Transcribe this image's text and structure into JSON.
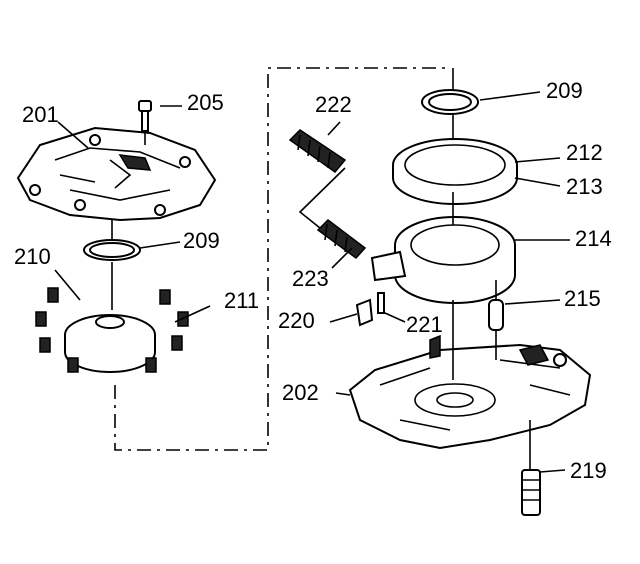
{
  "diagram": {
    "labels": {
      "l201": "201",
      "l205": "205",
      "l210": "210",
      "l209a": "209",
      "l211": "211",
      "l222": "222",
      "l209b": "209",
      "l212": "212",
      "l213": "213",
      "l214": "214",
      "l223": "223",
      "l220": "220",
      "l221": "221",
      "l215": "215",
      "l202": "202",
      "l219": "219"
    }
  }
}
